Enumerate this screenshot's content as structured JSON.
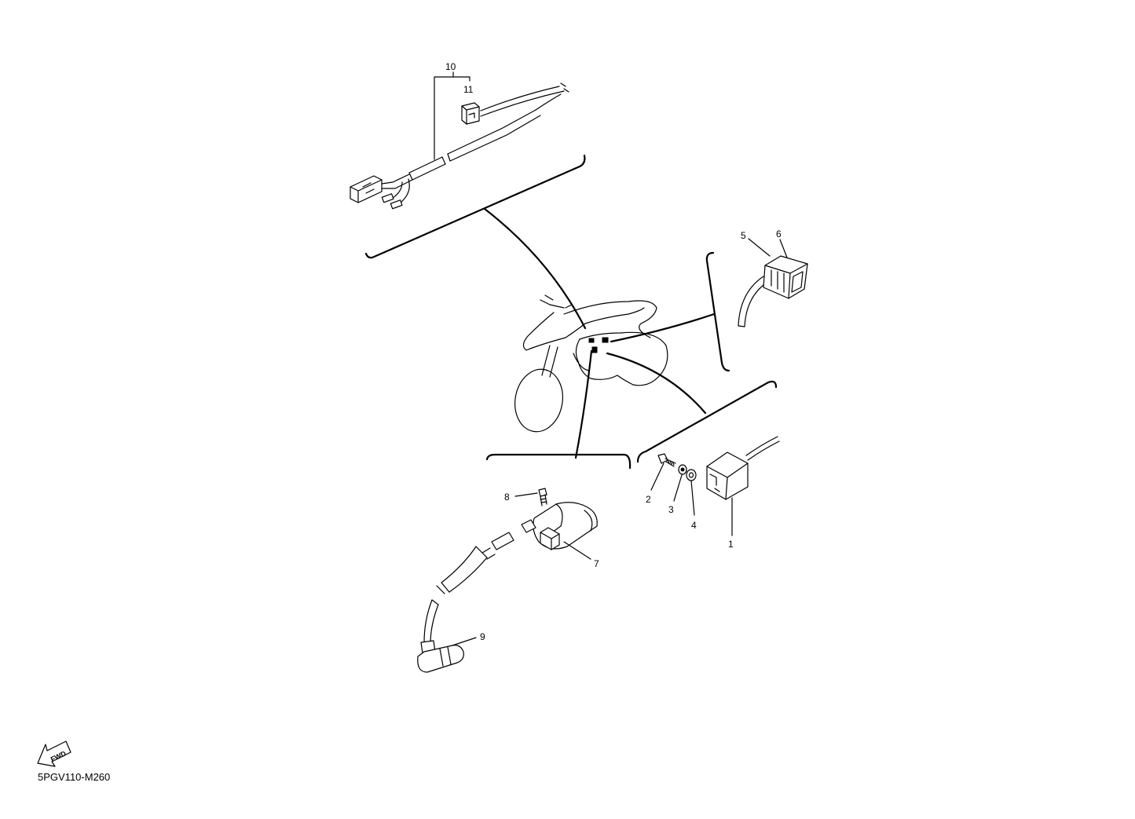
{
  "callouts": {
    "p1": "1",
    "p2": "2",
    "p3": "3",
    "p4": "4",
    "p5": "5",
    "p6": "6",
    "p7": "7",
    "p8": "8",
    "p9": "9",
    "p10": "10",
    "p11": "11"
  },
  "fwd_label": "FWD",
  "diagram_code": "5PGV110-M260"
}
